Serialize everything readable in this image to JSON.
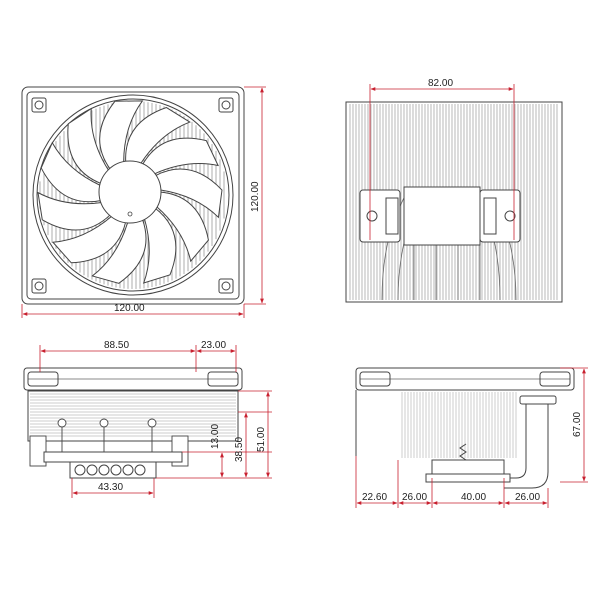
{
  "colors": {
    "dimension": "#c8202f",
    "outline": "#444444",
    "background": "#ffffff"
  },
  "views": {
    "front_fan": {
      "width_label": "120.00",
      "height_label": "120.00"
    },
    "top": {
      "width_label": "82.00"
    },
    "side": {
      "top_left_label": "88.50",
      "top_right_label": "23.00",
      "base_width_label": "43.30",
      "dim_a_label": "13.00",
      "dim_b_label": "38.50",
      "dim_c_label": "51.00"
    },
    "rear": {
      "height_label": "67.00",
      "bottom_1_label": "22.60",
      "bottom_2_label": "26.00",
      "bottom_3_label": "40.00",
      "bottom_4_label": "26.00"
    }
  }
}
